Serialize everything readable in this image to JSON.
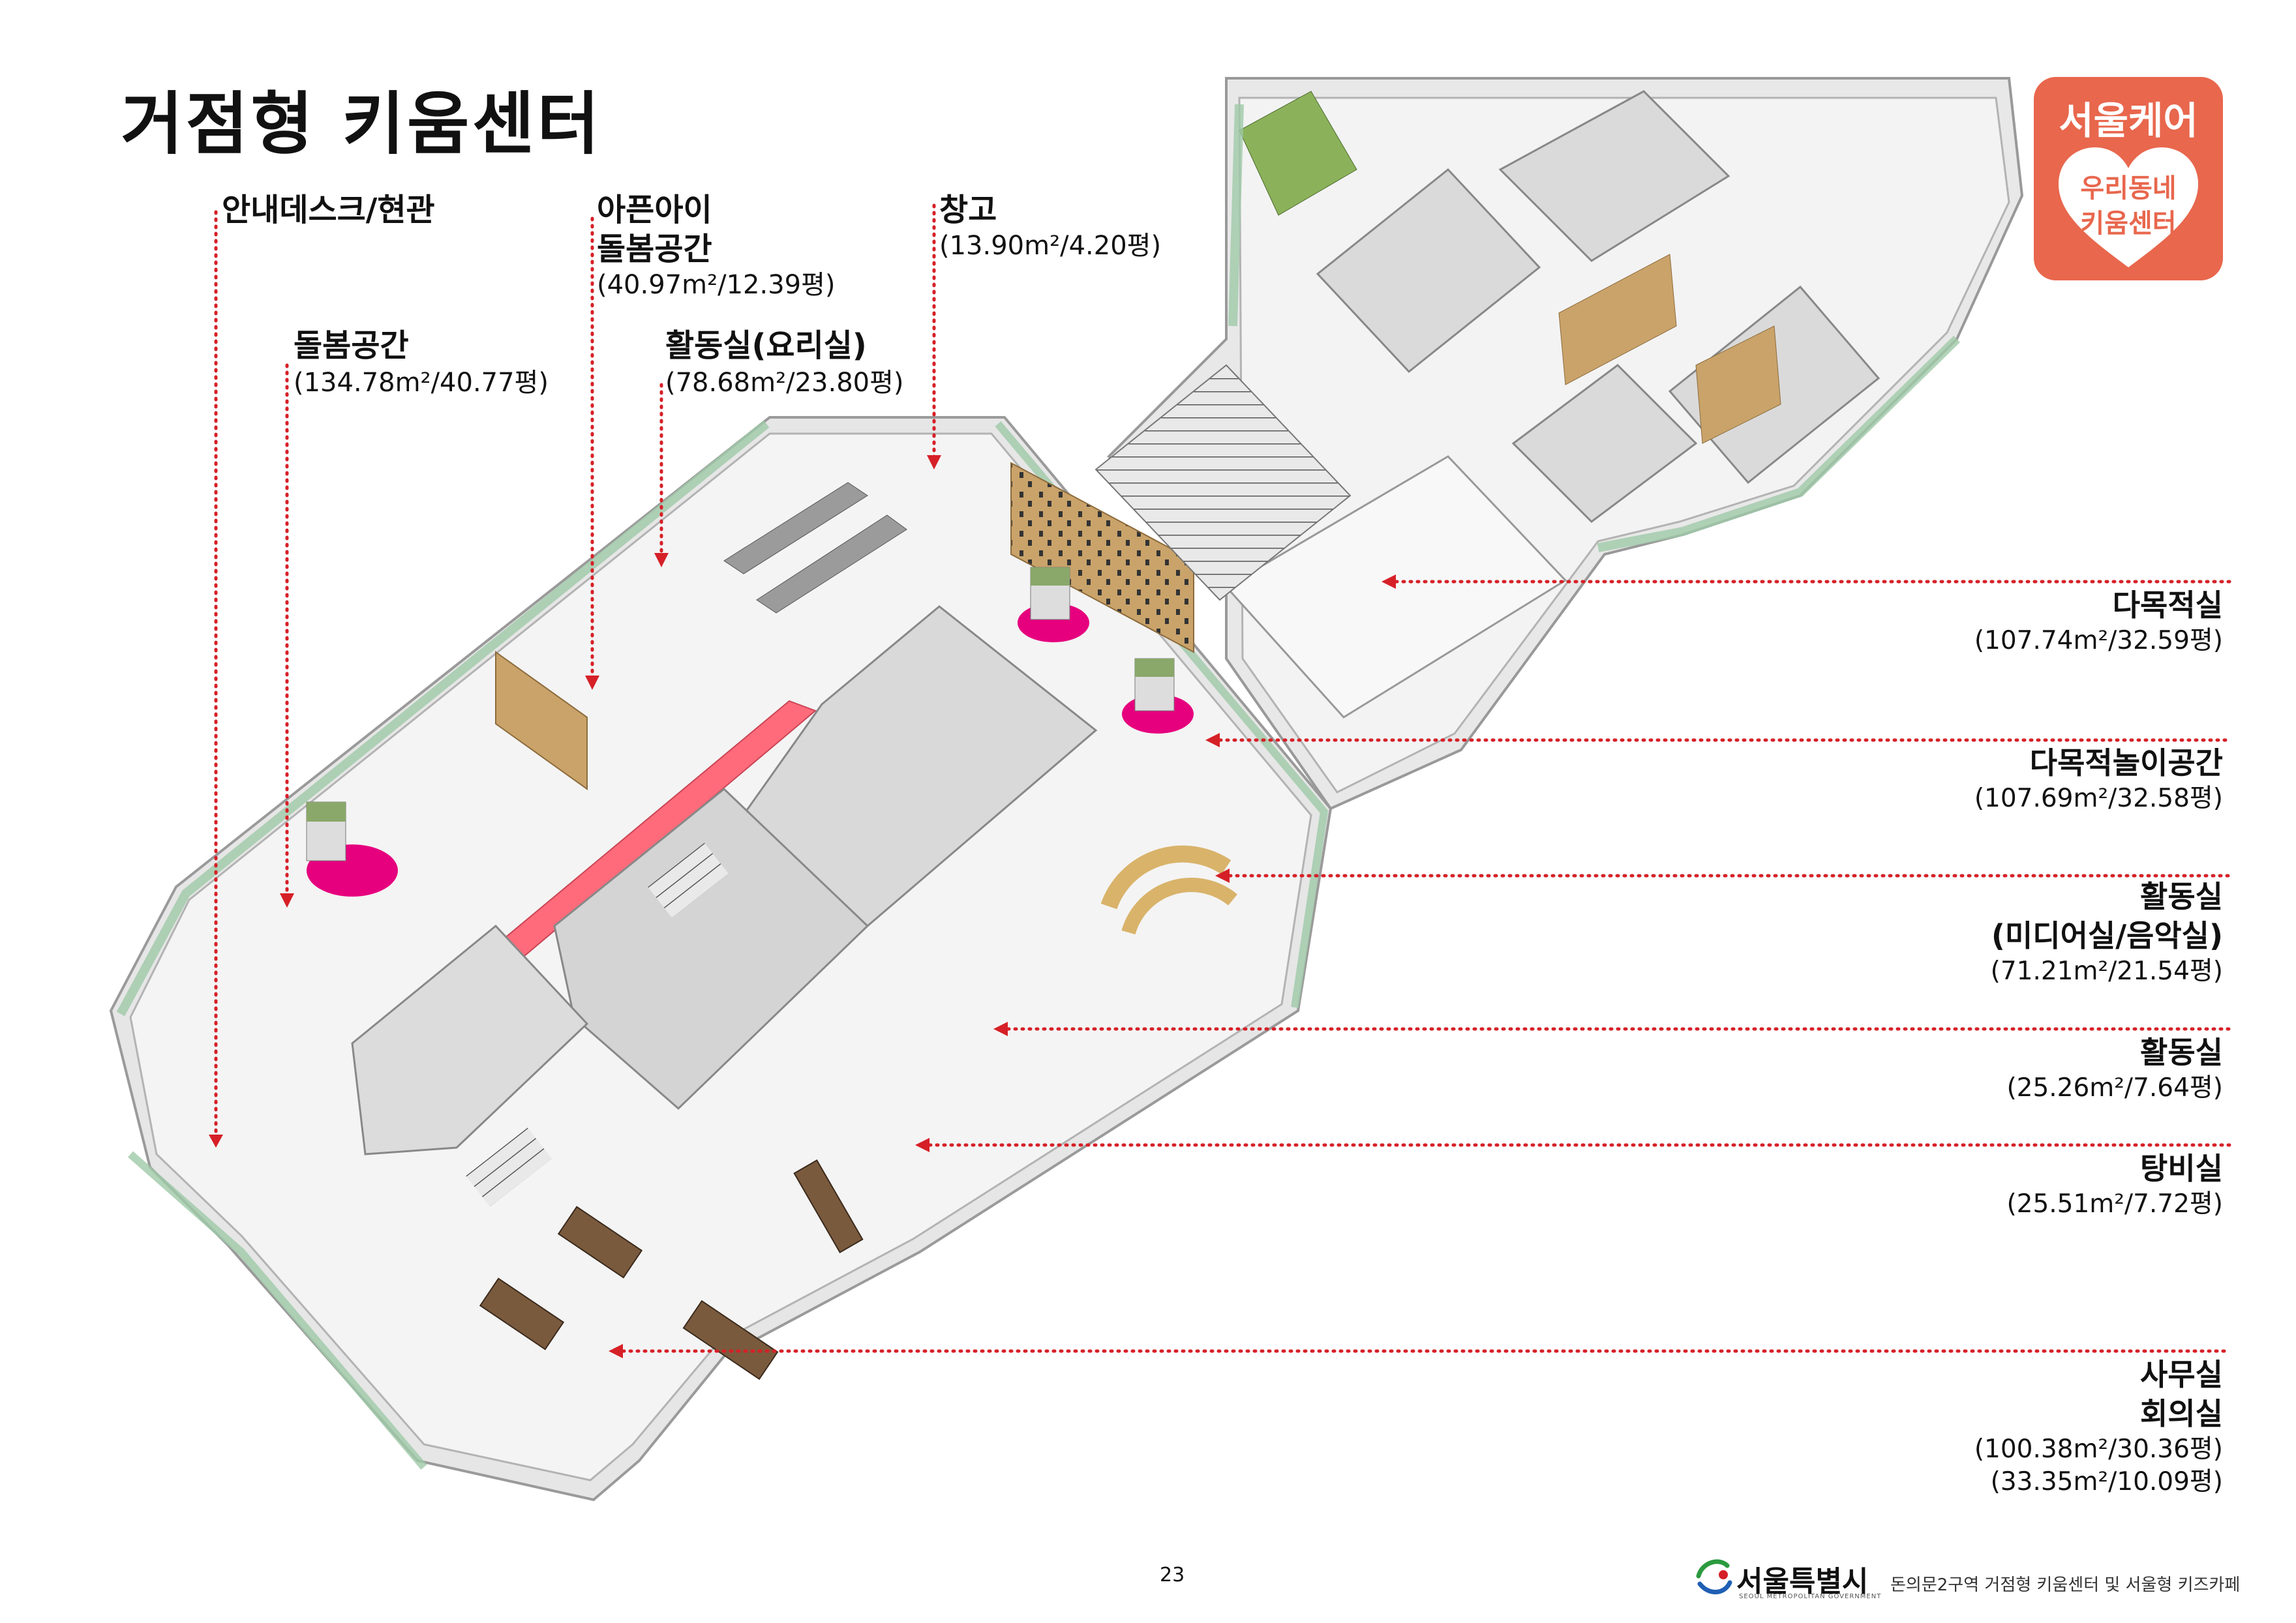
{
  "page": {
    "title": "거점형 키움센터",
    "page_number": "23",
    "footer_caption": "돈의문2구역 거점형 키움센터 및 서울형 키즈카페"
  },
  "badge": {
    "title": "서울케어",
    "line1": "우리동네",
    "line2": "키움센터",
    "color": "#e8674d"
  },
  "logo": {
    "name": "서울특별시",
    "english": "SEOUL METROPOLITAN GOVERNMENT"
  },
  "callouts_top": [
    {
      "name": "안내데스크/현관",
      "area": ""
    },
    {
      "name": "아픈아이",
      "name2": "돌봄공간",
      "area": "(40.97m²/12.39평)"
    },
    {
      "name": "창고",
      "area": "(13.90m²/4.20평)"
    },
    {
      "name": "돌봄공간",
      "area": "(134.78m²/40.77평)"
    },
    {
      "name": "활동실(요리실)",
      "area": "(78.68m²/23.80평)"
    }
  ],
  "callouts_right": [
    {
      "name": "다목적실",
      "area": "(107.74m²/32.59평)"
    },
    {
      "name": "다목적놀이공간",
      "area": "(107.69m²/32.58평)"
    },
    {
      "name": "활동실",
      "name2": "(미디어실/음악실)",
      "area": "(71.21m²/21.54평)"
    },
    {
      "name": "활동실",
      "area": "(25.26m²/7.64평)"
    },
    {
      "name": "탕비실",
      "area": "(25.51m²/7.72평)"
    },
    {
      "name": "사무실",
      "name2": "회의실",
      "area": "(100.38m²/30.36평)",
      "area2": "(33.35m²/10.09평)"
    }
  ],
  "colors": {
    "leader": "#d62027",
    "floor": "#f4f4f4",
    "wall": "#cfcfcf",
    "accent_pink": "#ff6b7a",
    "magenta": "#e6007e",
    "wood": "#b8925e",
    "glass": "#9fc9a8"
  }
}
